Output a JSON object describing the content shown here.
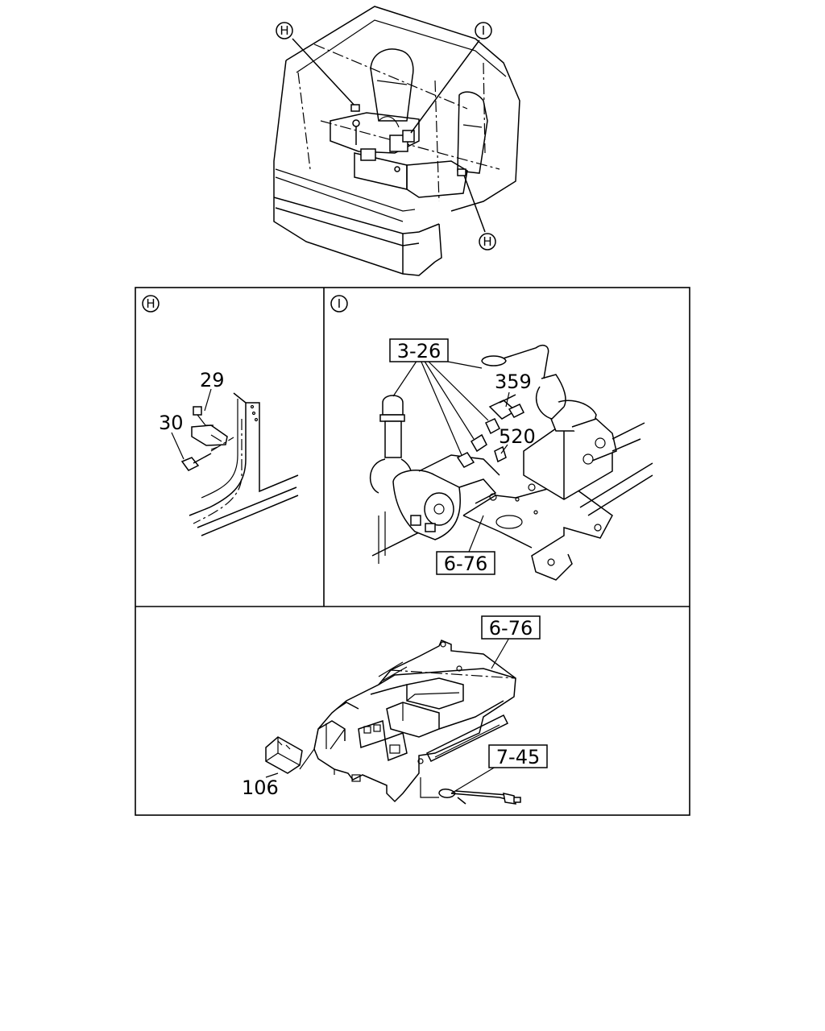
{
  "callouts": {
    "top_h_left": "H",
    "top_i": "I",
    "top_h_right": "H",
    "panel_h": "H",
    "panel_i": "I"
  },
  "labels": {
    "part_29": "29",
    "part_30": "30",
    "ref_3_26": "3-26",
    "part_359": "359",
    "part_520": "520",
    "ref_6_76_upper": "6-76",
    "ref_6_76_lower": "6-76",
    "ref_7_45": "7-45",
    "part_106": "106"
  }
}
